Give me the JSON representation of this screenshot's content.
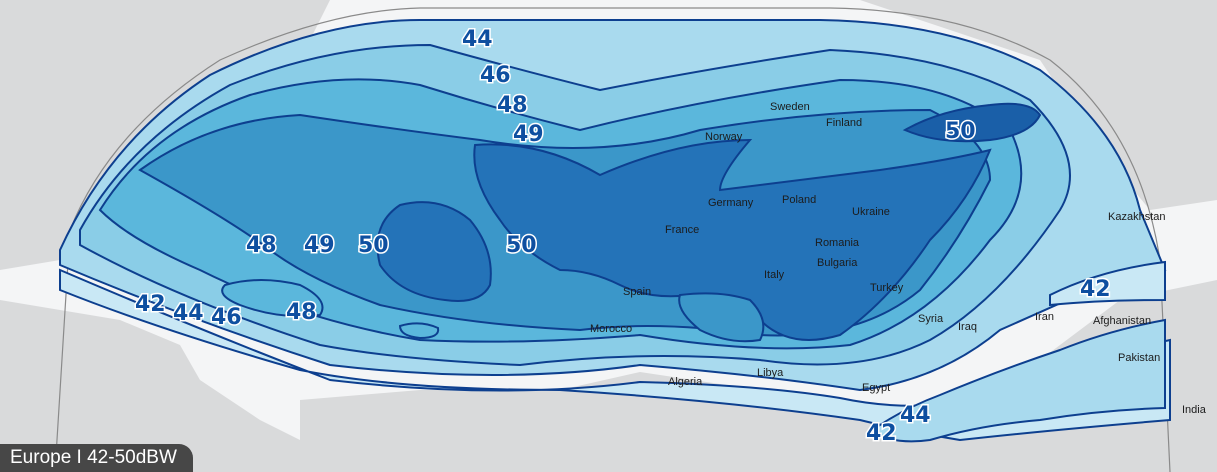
{
  "map_title": "Europe I 42-50dBW",
  "colors": {
    "land": "#d9dadb",
    "ocean": "#ffffff",
    "contour_line": "#0d3f8f",
    "level_42": "#c9e8f5",
    "level_44": "#a9daee",
    "level_46": "#8acde7",
    "level_48": "#5bb7dc",
    "level_49": "#3b97c9",
    "level_50": "#2473b8",
    "level_50_core": "#1a5fa8"
  },
  "countries": [
    {
      "name": "Sweden"
    },
    {
      "name": "Norway"
    },
    {
      "name": "Finland"
    },
    {
      "name": "Germany"
    },
    {
      "name": "Poland"
    },
    {
      "name": "Ukraine"
    },
    {
      "name": "Kazakhstan"
    },
    {
      "name": "France"
    },
    {
      "name": "Romania"
    },
    {
      "name": "Bulgaria"
    },
    {
      "name": "Italy"
    },
    {
      "name": "Spain"
    },
    {
      "name": "Turkey"
    },
    {
      "name": "Morocco"
    },
    {
      "name": "Syria"
    },
    {
      "name": "Iraq"
    },
    {
      "name": "Iran"
    },
    {
      "name": "Afghanistan"
    },
    {
      "name": "Pakistan"
    },
    {
      "name": "Algeria"
    },
    {
      "name": "Libya"
    },
    {
      "name": "Egypt"
    },
    {
      "name": "India"
    }
  ],
  "contour_labels": [
    {
      "text": "44"
    },
    {
      "text": "46"
    },
    {
      "text": "48"
    },
    {
      "text": "49"
    },
    {
      "text": "50"
    },
    {
      "text": "48"
    },
    {
      "text": "49"
    },
    {
      "text": "50"
    },
    {
      "text": "50"
    },
    {
      "text": "42"
    },
    {
      "text": "44"
    },
    {
      "text": "46"
    },
    {
      "text": "48"
    },
    {
      "text": "42"
    },
    {
      "text": "44"
    },
    {
      "text": "42"
    }
  ]
}
